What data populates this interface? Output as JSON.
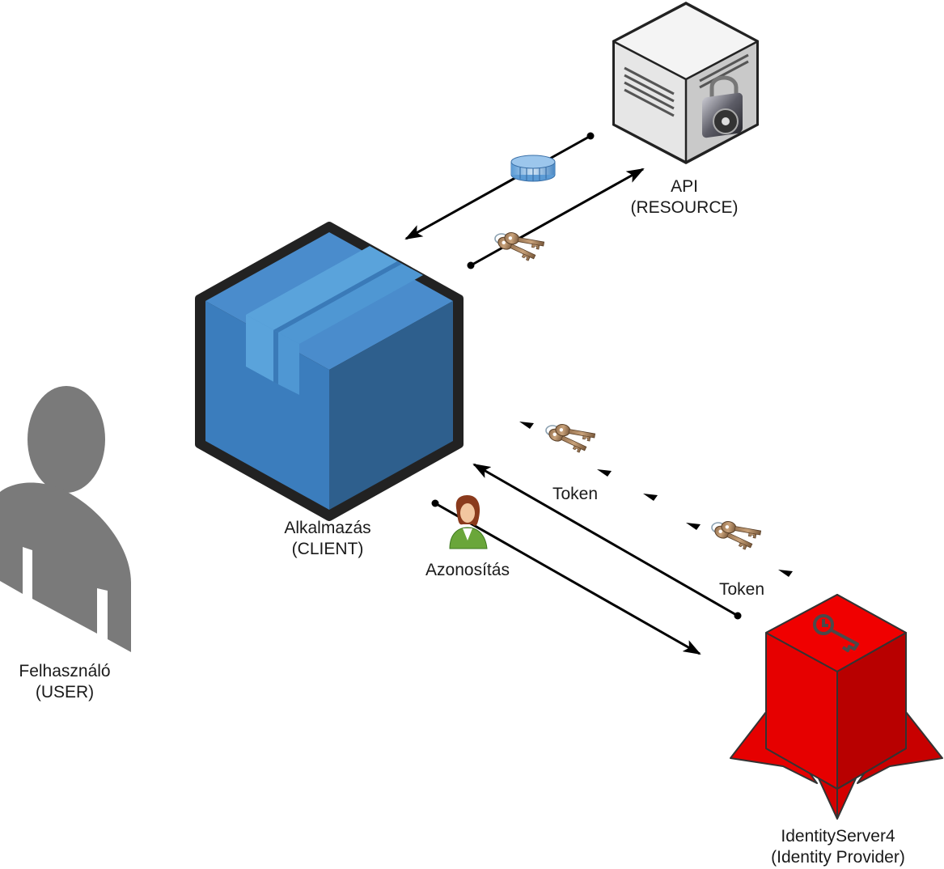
{
  "nodes": {
    "api": {
      "line1": "API",
      "line2": "(RESOURCE)"
    },
    "client": {
      "line1": "Alkalmazás",
      "line2": "(CLIENT)"
    },
    "user": {
      "line1": "Felhasználó",
      "line2": "(USER)"
    },
    "idp": {
      "line1": "IdentityServer4",
      "line2": "(Identity Provider)"
    }
  },
  "edges": {
    "auth_label": "Azonosítás",
    "token_label_1": "Token",
    "token_label_2": "Token"
  },
  "colors": {
    "client_front": "#3d7ebe",
    "client_side": "#2d5f8c",
    "client_top": "#4d8fd0",
    "idp_red": "#e60000",
    "user_gray": "#7a7a7a",
    "server_gray": "#eeeeee"
  }
}
